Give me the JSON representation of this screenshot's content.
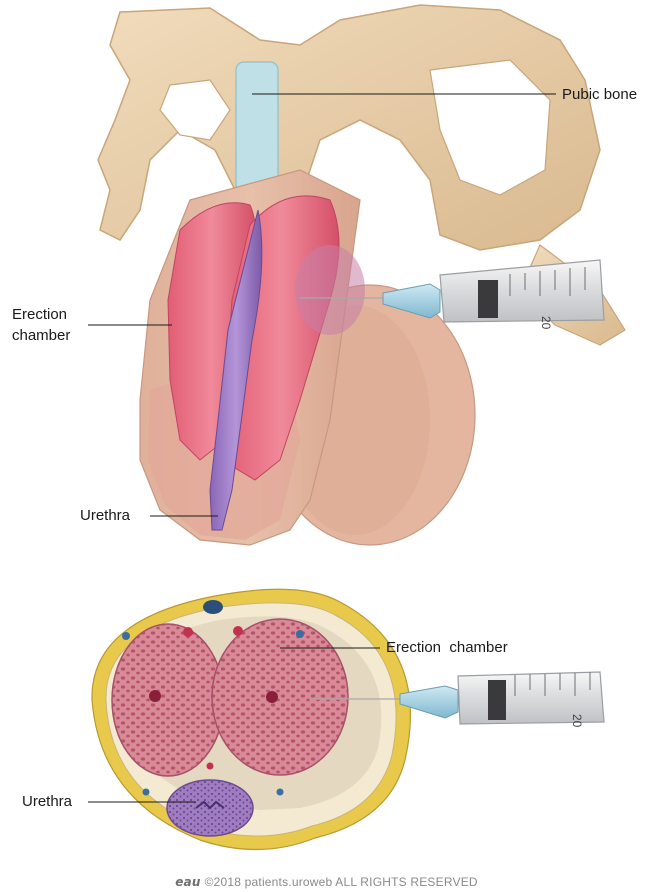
{
  "labels": {
    "pubic_bone": "Pubic bone",
    "erection_chamber_line1": "Erection",
    "erection_chamber_line2": "chamber",
    "urethra_top": "Urethra",
    "erection_chamber_cross": "Erection  chamber",
    "urethra_cross": "Urethra"
  },
  "footer": {
    "logo": "eau",
    "text": "©2018 patients.uroweb ALL RIGHTS RESERVED"
  },
  "syringe_marks": {
    "top": "20",
    "bottom": "20"
  }
}
